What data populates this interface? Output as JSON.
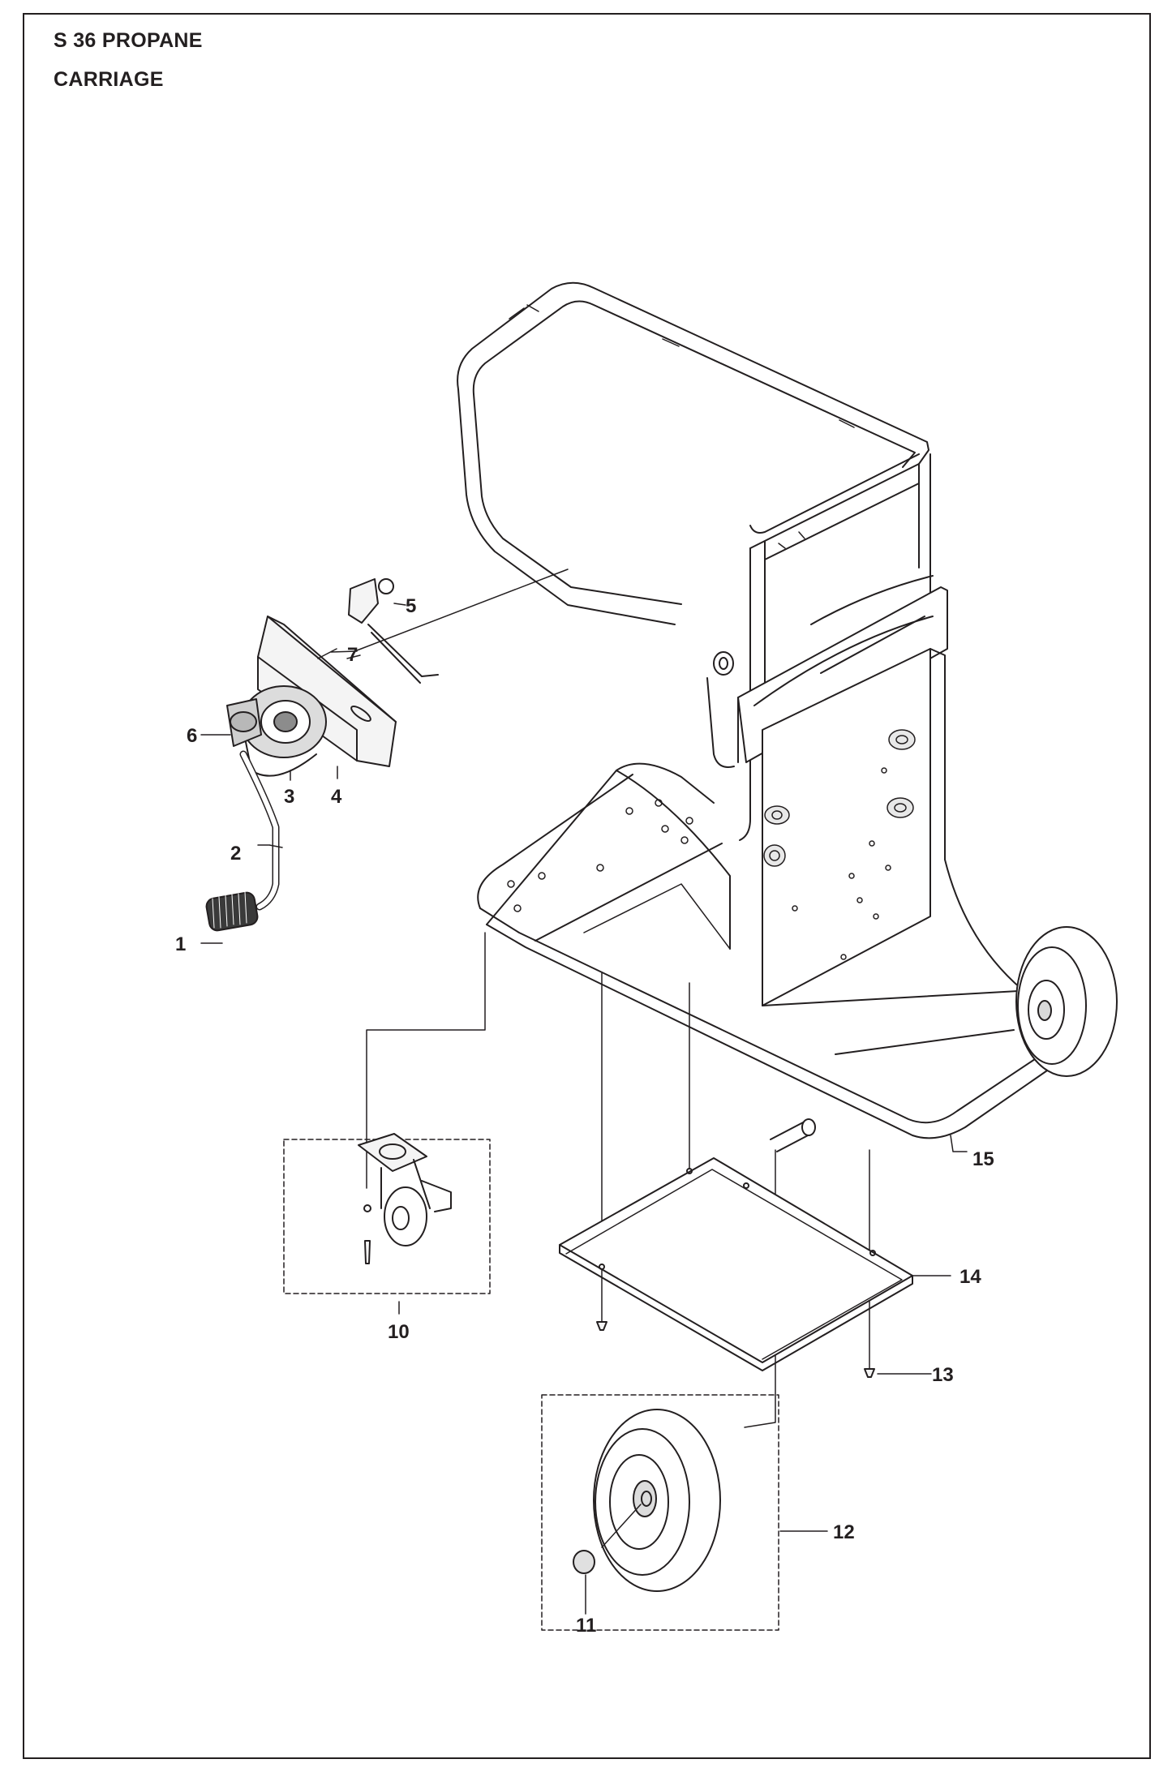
{
  "header": {
    "model": "S 36 PROPANE",
    "section": "CARRIAGE"
  },
  "callouts": [
    {
      "id": "c1",
      "label": "1"
    },
    {
      "id": "c2",
      "label": "2"
    },
    {
      "id": "c3",
      "label": "3"
    },
    {
      "id": "c4",
      "label": "4"
    },
    {
      "id": "c5",
      "label": "5"
    },
    {
      "id": "c6",
      "label": "6"
    },
    {
      "id": "c7",
      "label": "7"
    },
    {
      "id": "c10",
      "label": "10"
    },
    {
      "id": "c11",
      "label": "11"
    },
    {
      "id": "c12",
      "label": "12"
    },
    {
      "id": "c13",
      "label": "13"
    },
    {
      "id": "c14",
      "label": "14"
    },
    {
      "id": "c15",
      "label": "15"
    }
  ],
  "colors": {
    "ink": "#231f20",
    "fill_light": "#f4f4f4",
    "fill_mid": "#d9d9d9",
    "fill_dark": "#8c8c8c"
  }
}
